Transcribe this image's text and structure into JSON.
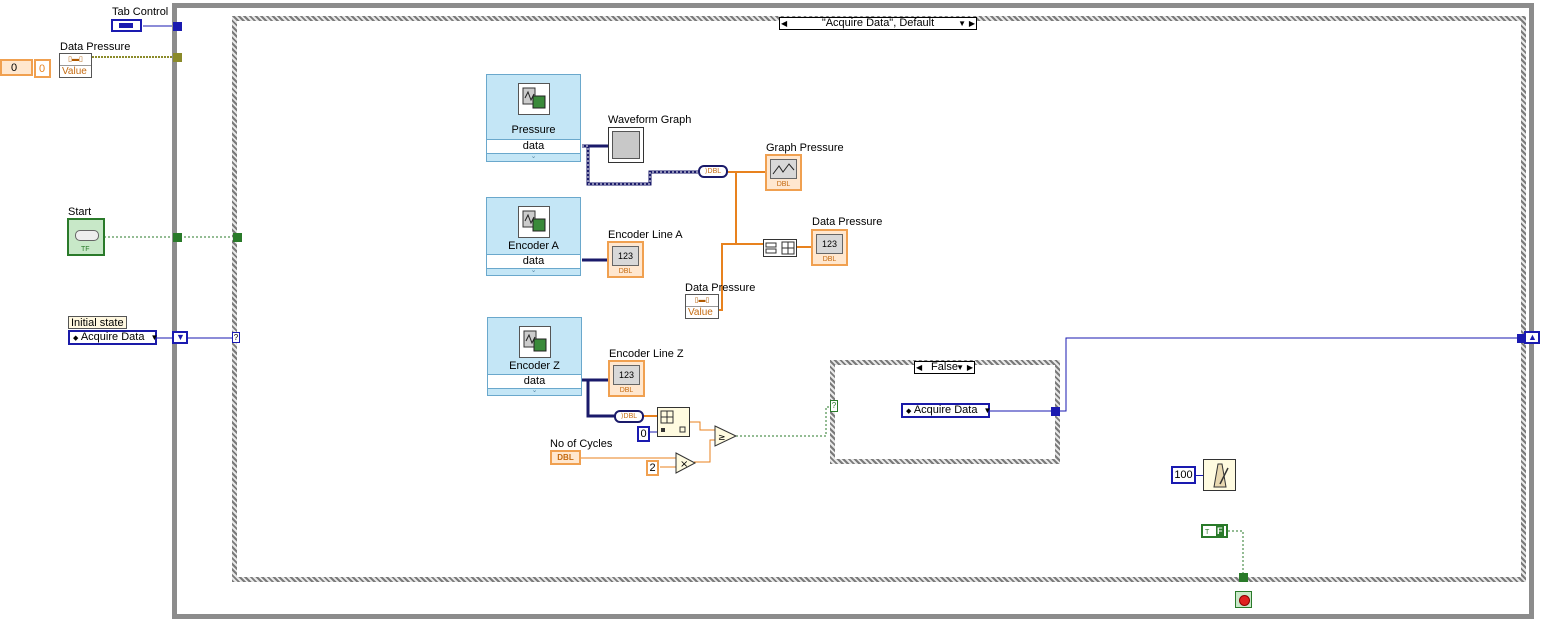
{
  "left_panel": {
    "tab_control_label": "Tab Control",
    "data_pressure_label": "Data Pressure",
    "data_pressure_value_label": "Value",
    "const_0a": "0",
    "const_0b": "0",
    "start_label": "Start",
    "start_tf": "TF",
    "initial_state_label": "Initial state",
    "initial_state_value": "Acquire Data"
  },
  "case_structure": {
    "selector": "\"Acquire Data\", Default"
  },
  "daq_assistants": [
    {
      "name": "Pressure",
      "output": "data"
    },
    {
      "name": "Encoder A",
      "output": "data"
    },
    {
      "name": "Encoder Z",
      "output": "data"
    }
  ],
  "indicators": {
    "waveform_graph_label": "Waveform Graph",
    "graph_pressure_label": "Graph Pressure",
    "graph_pressure_type": "DBL",
    "data_pressure_label": "Data Pressure",
    "data_pressure_type": "DBL",
    "data_pressure_num": "123",
    "encoder_a_label": "Encoder Line A",
    "encoder_a_num": "123",
    "encoder_a_type": "DBL",
    "encoder_z_label": "Encoder Line Z",
    "encoder_z_num": "123",
    "encoder_z_type": "DBL"
  },
  "local_variable": {
    "label": "Data Pressure",
    "value": "Value"
  },
  "controls": {
    "no_of_cycles_label": "No of Cycles",
    "no_of_cycles_type": "DBL",
    "const_zero": "0",
    "const_two": "2"
  },
  "inner_case": {
    "selector": "False",
    "enum_value": "Acquire Data"
  },
  "wait": {
    "const_ms": "100"
  },
  "stop": {
    "const_label": "F"
  },
  "colors": {
    "dbl_orange": "#f0a050",
    "enum_blue": "#1a1ab0",
    "bool_green": "#2a7a2a",
    "daq_blue": "#c4e6f6"
  }
}
